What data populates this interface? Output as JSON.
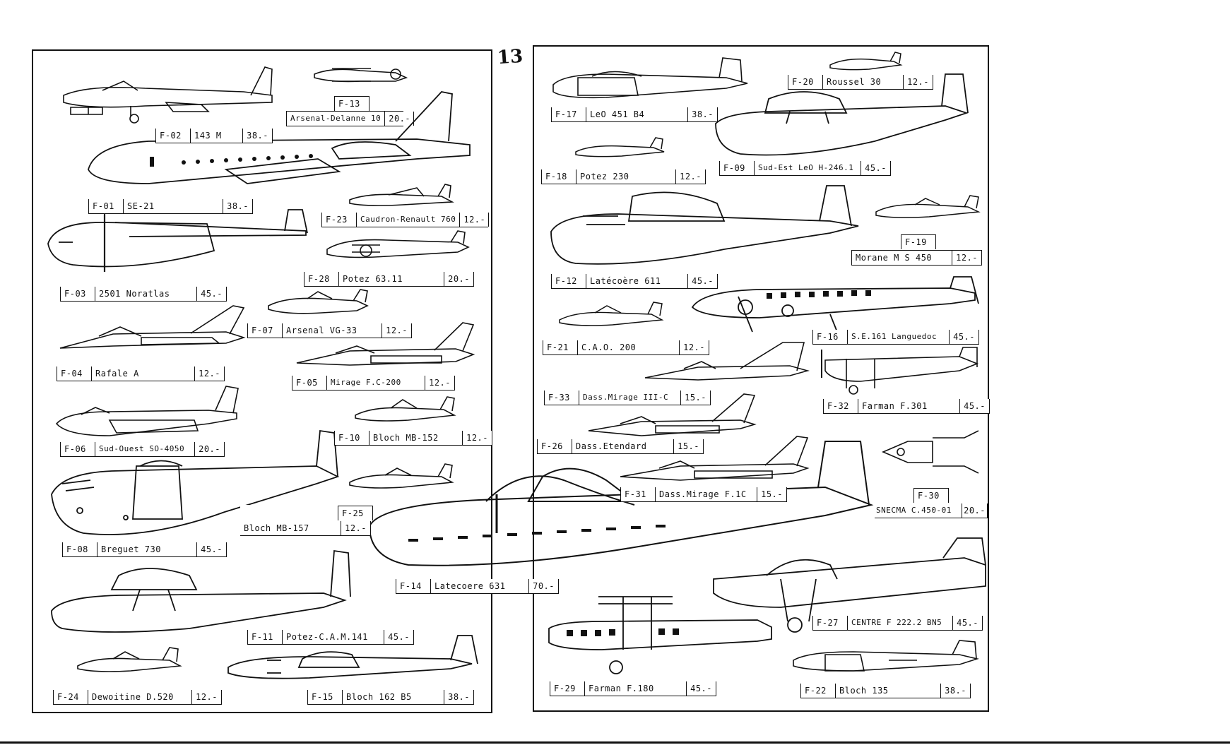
{
  "page": {
    "number": "13"
  },
  "items": [
    {
      "code": "F-02",
      "name": "143 M",
      "price": "38.-"
    },
    {
      "code": "F-13",
      "name": "Arsenal-Delanne 10",
      "price": "20.-"
    },
    {
      "code": "F-01",
      "name": "SE-21",
      "price": "38.-"
    },
    {
      "code": "F-23",
      "name": "Caudron-Renault 760",
      "price": "12.-"
    },
    {
      "code": "F-03",
      "name": "2501 Noratlas",
      "price": "45.-"
    },
    {
      "code": "F-28",
      "name": "Potez 63.11",
      "price": "20.-"
    },
    {
      "code": "F-07",
      "name": "Arsenal VG-33",
      "price": "12.-"
    },
    {
      "code": "F-04",
      "name": "Rafale A",
      "price": "12.-"
    },
    {
      "code": "F-05",
      "name": "Mirage F.C-200",
      "price": "12.-"
    },
    {
      "code": "F-06",
      "name": "Sud-Ouest SO-4050",
      "price": "20.-"
    },
    {
      "code": "F-10",
      "name": "Bloch MB-152",
      "price": "12.-"
    },
    {
      "code": "F-25",
      "name": "Bloch MB-157",
      "price": "12.-"
    },
    {
      "code": "F-08",
      "name": "Breguet 730",
      "price": "45.-"
    },
    {
      "code": "F-11",
      "name": "Potez-C.A.M.141",
      "price": "45.-"
    },
    {
      "code": "F-24",
      "name": "Dewoitine D.520",
      "price": "12.-"
    },
    {
      "code": "F-15",
      "name": "Bloch 162 B5",
      "price": "38.-"
    },
    {
      "code": "F-17",
      "name": "LeO 451 B4",
      "price": "38.-"
    },
    {
      "code": "F-20",
      "name": "Roussel 30",
      "price": "12.-"
    },
    {
      "code": "F-18",
      "name": "Potez 230",
      "price": "12.-"
    },
    {
      "code": "F-09",
      "name": "Sud-Est LeO H-246.1",
      "price": "45.-"
    },
    {
      "code": "F-12",
      "name": "Latécoère 611",
      "price": "45.-"
    },
    {
      "code": "F-19",
      "name": "Morane M S 450",
      "price": "12.-"
    },
    {
      "code": "F-21",
      "name": "C.A.O. 200",
      "price": "12.-"
    },
    {
      "code": "F-16",
      "name": "S.E.161 Languedoc",
      "price": "45.-"
    },
    {
      "code": "F-33",
      "name": "Dass.Mirage III-C",
      "price": "15.-"
    },
    {
      "code": "F-32",
      "name": "Farman F.301",
      "price": "45.-"
    },
    {
      "code": "F-26",
      "name": "Dass.Etendard",
      "price": "15.-"
    },
    {
      "code": "F-30",
      "name": "SNECMA C.450-01",
      "price": "20.-"
    },
    {
      "code": "F-31",
      "name": "Dass.Mirage F.1C",
      "price": "15.-"
    },
    {
      "code": "F-14",
      "name": "Latecoere 631",
      "price": "70.-"
    },
    {
      "code": "F-27",
      "name": "CENTRE F 222.2 BN5",
      "price": "45.-"
    },
    {
      "code": "F-29",
      "name": "Farman F.180",
      "price": "45.-"
    },
    {
      "code": "F-22",
      "name": "Bloch 135",
      "price": "38.-"
    }
  ]
}
